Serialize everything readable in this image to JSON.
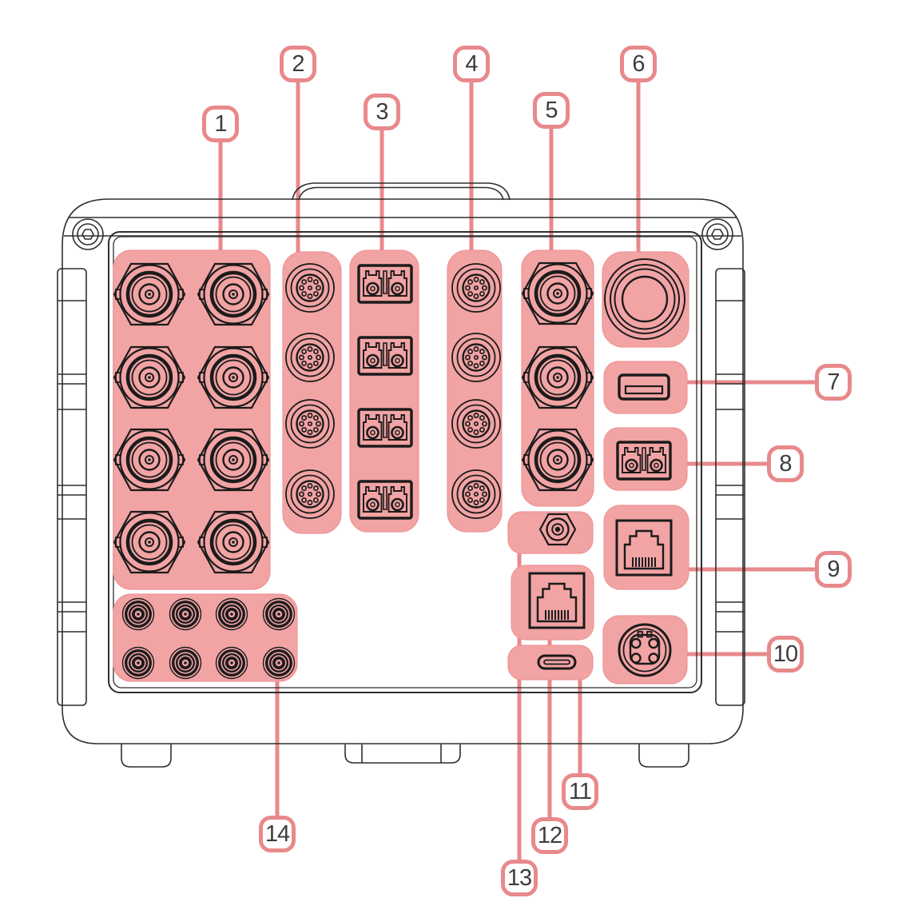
{
  "diagram_kind": "device-rear-panel-connector-callout-diagram",
  "colors": {
    "background": "#ffffff",
    "highlight_fill": "#f2a3a4",
    "callout_accent": "#e8898b",
    "line_art": "#1b1b1b",
    "chassis_line": "#2e2e2e",
    "number_text": "#3d3d3d"
  },
  "callouts": [
    {
      "number": "1",
      "icon": "bnc-connector-icon",
      "connector_count": 8
    },
    {
      "number": "2",
      "icon": "circular-multipin-connector-icon",
      "connector_count": 4
    },
    {
      "number": "3",
      "icon": "lc-duplex-fiber-connector-icon",
      "connector_count": 4
    },
    {
      "number": "4",
      "icon": "circular-multipin-connector-icon",
      "connector_count": 4
    },
    {
      "number": "5",
      "icon": "bnc-connector-icon",
      "connector_count": 3
    },
    {
      "number": "6",
      "icon": "round-power-connector-icon",
      "connector_count": 1
    },
    {
      "number": "7",
      "icon": "usb-a-port-icon",
      "connector_count": 1
    },
    {
      "number": "8",
      "icon": "lc-duplex-fiber-connector-icon",
      "connector_count": 1
    },
    {
      "number": "9",
      "icon": "rj45-ethernet-port-icon",
      "connector_count": 1
    },
    {
      "number": "10",
      "icon": "4-pin-din-power-icon",
      "connector_count": 1
    },
    {
      "number": "11",
      "icon": "usb-c-port-icon",
      "connector_count": 1
    },
    {
      "number": "12",
      "icon": "rj45-ethernet-port-icon",
      "connector_count": 1
    },
    {
      "number": "13",
      "icon": "sma-coax-connector-icon",
      "connector_count": 1
    },
    {
      "number": "14",
      "icon": "mini-coax-din-connector-icon",
      "connector_count": 8
    }
  ]
}
